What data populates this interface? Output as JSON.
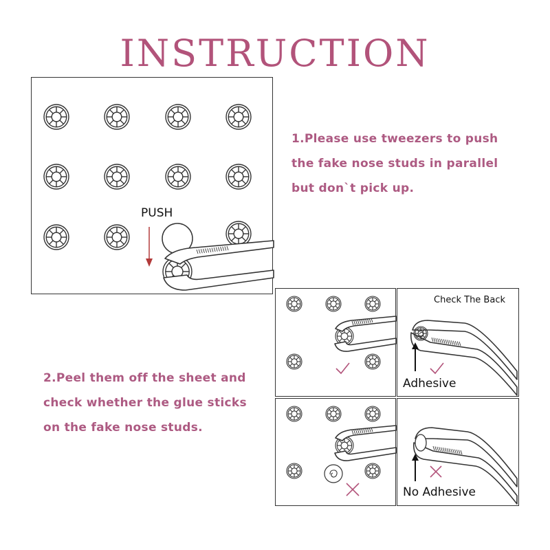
{
  "title": "INSTRUCTION",
  "step1": {
    "lines": [
      "1.Please use tweezers to push",
      "the fake nose studs in parallel",
      "but don`t pick up."
    ]
  },
  "step2": {
    "lines": [
      "2.Peel them off the sheet and",
      "check whether the glue sticks",
      "on the fake nose studs."
    ]
  },
  "labels": {
    "push": "PUSH",
    "check_back": "Check The Back",
    "adhesive": "Adhesive",
    "no_adhesive": "No Adhesive"
  },
  "colors": {
    "accent": "#b2537a",
    "text_pink": "#ad5a82",
    "line": "#333333"
  },
  "icons": [
    "check-mark-icon",
    "cross-mark-icon",
    "arrow-down-icon",
    "arrow-up-icon",
    "tweezers-icon",
    "rhinestone-icon",
    "glue-swirl-icon"
  ]
}
